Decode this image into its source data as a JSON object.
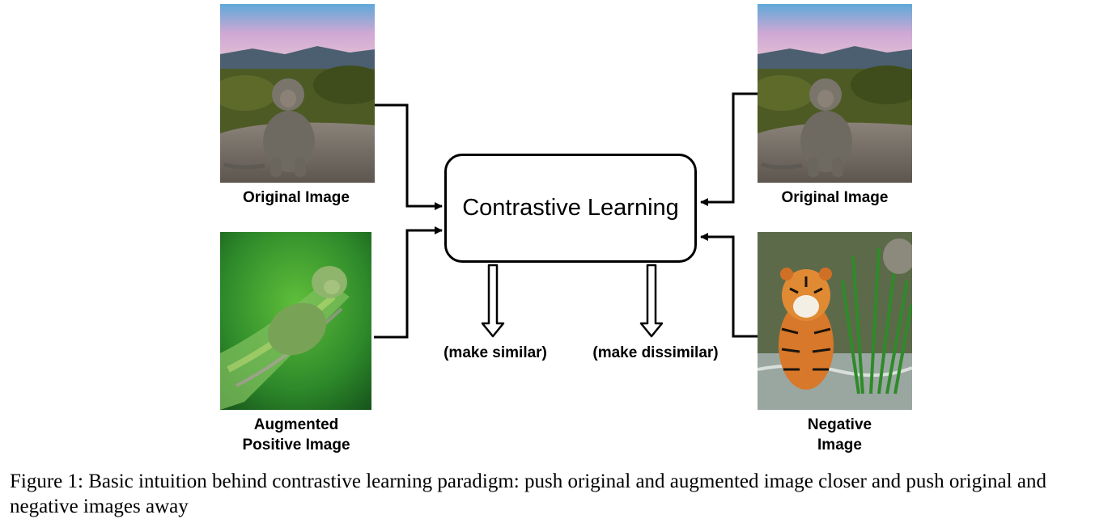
{
  "images": {
    "top_left": {
      "label": "Original Image",
      "subject": "monkey"
    },
    "bottom_left": {
      "label_line1": "Augmented",
      "label_line2": "Positive Image",
      "subject": "augmented-monkey"
    },
    "top_right": {
      "label": "Original Image",
      "subject": "monkey"
    },
    "bottom_right": {
      "label_line1": "Negative",
      "label_line2": "Image",
      "subject": "tiger"
    }
  },
  "center": {
    "label": "Contrastive Learning"
  },
  "outputs": {
    "similar": "(make similar)",
    "dissimilar": "(make dissimilar)"
  },
  "caption": "Figure 1: Basic intuition behind contrastive learning paradigm: push original and augmented image closer and push original and negative images away",
  "colors": {
    "stroke": "#000000",
    "background": "#ffffff"
  }
}
